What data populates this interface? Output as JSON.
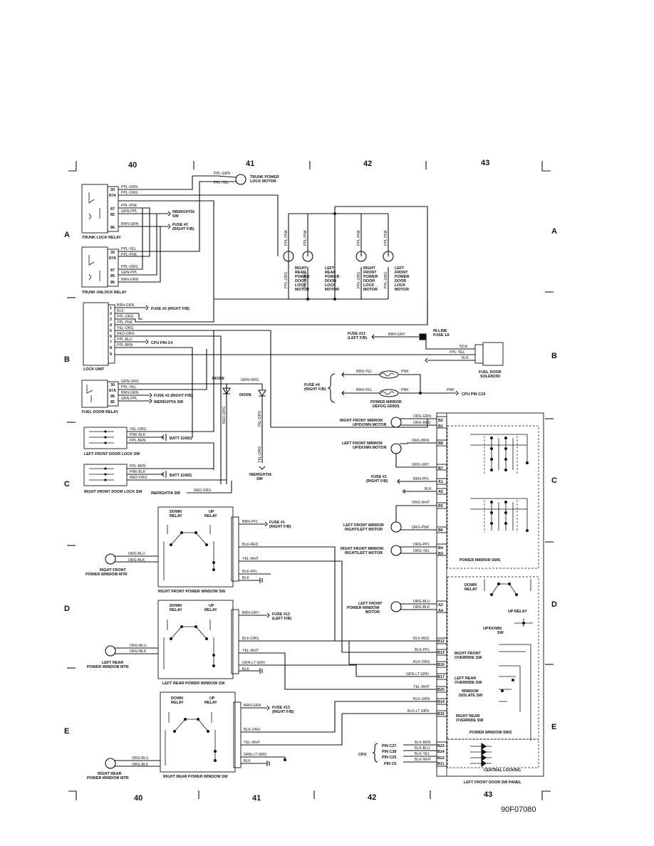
{
  "grid": {
    "columns": [
      "40",
      "41",
      "42",
      "43"
    ],
    "rows": [
      "A",
      "B",
      "C",
      "D",
      "E"
    ]
  },
  "figure_id": "90F07080",
  "components": {
    "trunk_power_lock_motor": "TRUNK POWER\nLOCK MOTOR",
    "trunk_lock_relay": "TRUNK LOCK RELAY",
    "trunk_unlock_relay": "TRUNK UNLOCK RELAY",
    "lock_unit": "LOCK UNIT",
    "fuel_door_relay": "FUEL DOOR RELAY",
    "left_front_door_lock_sw": "LEFT FRONT DOOR LOCK SW",
    "right_front_door_lock_sw": "RIGHT FRONT DOOR LOCK SW",
    "right_rear_power_door_lock_motor": "RIGHT\nREAR\nPOWER\nDOOR\nLOCK\nMOTOR",
    "left_rear_power_door_lock_motor": "LEFT\nREAR\nPOWER\nDOOR\nLOCK\nMOTOR",
    "right_front_power_door_lock_motor": "RIGHT\nFRONT\nPOWER\nDOOR\nLOCK\nMOTOR",
    "left_front_power_door_lock_motor": "LEFT\nFRONT\nPOWER\nDOOR\nLOCK\nMOTOR",
    "inline_fuse": "IN-LINE\nFUSE 1A",
    "fuel_door_solenoid": "FUEL DOOR\nSOLENOID",
    "power_mirror_defog_grids": "POWER MIRROR\nDEFOG GRIDS",
    "right_front_mirror_updown": "RIGHT FRONT MIRROR\nUP/DOWN MOTOR",
    "left_front_mirror_updown": "LEFT FRONT MIRROR\nUP/DOWN MOTOR",
    "left_front_mirror_rightleft": "LEFT FRONT MIRROR\nRIGHT/LEFT MOTOR",
    "right_front_mirror_rightleft": "RIGHT FRONT MIRROR\nRIGHT/LEFT MOTOR",
    "power_mirror_sws": "POWER MIRROR SWS",
    "left_front_power_window_motor": "LEFT FRONT\nPOWER WINDOW\nMOTOR",
    "down_relay": "DOWN\nRELAY",
    "up_relay": "UP RELAY",
    "up_down_sw": "UP/DOWN\nSW",
    "right_front_override_sw": "RIGHT FRONT\nOVERRIDE SW",
    "left_rear_override_sw": "LEFT REAR\nOVERRIDE SW",
    "window_isolate_sw": "WINDOW\nISOLATE SW",
    "right_rear_override_sw": "RIGHT REAR\nOVERRIDE SW",
    "power_window_sws": "POWER WINDOW SWS",
    "central_locking": "CENTRAL LOCKING",
    "left_front_door_sw_panel": "LEFT FRONT DOOR SW PANEL",
    "right_front_power_window_mtr": "RIGHT FRONT\nPOWER WINDOW MTR",
    "right_front_power_window_sw": "RIGHT FRONT POWER WINDOW SW",
    "left_rear_power_window_mtr": "LEFT REAR\nPOWER WINDOW MTR",
    "left_rear_power_window_sw": "LEFT REAR POWER WINDOW SW",
    "right_rear_power_window_mtr": "RIGHT REAR\nPOWER WINDOW MTR",
    "right_rear_power_window_sw": "RIGHT REAR POWER WINDOW SW",
    "cpu": "CPU",
    "diode": "DIODE",
    "inerightia_sw": "INERIGHTIA\nSW"
  },
  "relay_pins": {
    "trunk_lock": [
      "30",
      "87A",
      "87",
      "85",
      "86"
    ],
    "trunk_unlock": [
      "30",
      "87A",
      "87",
      "85",
      "86"
    ],
    "fuel_door": [
      "30",
      "87A",
      "86",
      "85"
    ]
  },
  "lock_unit_pins": [
    "1",
    "2",
    "3",
    "4",
    "5",
    "6",
    "7",
    "8",
    "9"
  ],
  "wires": {
    "trunk_motor_top": "PPL-GRN",
    "trunk_motor_bottom": "PPL-YEL",
    "tl_30": "PPL-GRN",
    "tl_87a": "PPL-ORG",
    "tl_87": "PPL-PNK",
    "tl_85": "GRN-PPL",
    "tl_86": "BRN-GRN",
    "tu_30": "PPL-YEL",
    "tu_87a": "PPL-PNK",
    "tu_87": "PPL-ORG",
    "tu_85": "GRN-PPL",
    "tu_86": "BRN-GRN",
    "lu_1": "BRN-GRN",
    "lu_2": "BLK",
    "lu_3": "PPL-ORG",
    "lu_4": "PPL-PNK",
    "lu_5": "YEL-ORG",
    "lu_6": "RED-ORG",
    "lu_7": "PPL-BLU",
    "lu_8": "PPL-BRN",
    "fd_30": "GRN-ORG",
    "fd_87a": "PPL-YEL",
    "fd_86": "BRN-GRN",
    "fd_85": "GRN-PPL",
    "lfdl_1": "YEL-ORG",
    "lfdl_2": "PNK-BLK",
    "lfdl_3": "PPL-BRN",
    "rfdl_1": "PPL-BRN",
    "rfdl_2": "PNK-BLK",
    "rfdl_3": "RED-ORG",
    "red_org_v": "RED-ORG",
    "yel_org_v": "YEL-ORG",
    "yel_org_v2": "YEL-ORG",
    "grn_org_diode": "GRN-ORG",
    "motor_ppl_pnk": "PPL-PNK",
    "motor_ppl_org": "PPL-ORG",
    "fuse13_brn_gry": "BRN-GRY",
    "nca": "NCA",
    "ppl_yel_sol": "PPL-YEL",
    "blk_sol": "BLK",
    "brn_yel": "BRN-YEL",
    "pnk": "PNK",
    "rfm_b2": "ORG-GRN",
    "rfm_b1": "ORG-RED",
    "lfm_b8": "ORG-BRN",
    "lfm_b7": "ORG-GRY",
    "a1_brn_ppl": "BRN-PPL",
    "a5_blk": "BLK",
    "b5_org_wht": "ORG-WHT",
    "b6_org_pnk": "ORG-PNK",
    "b4_org_ppl": "ORG-PPL",
    "b3_org_yel": "ORG-YEL",
    "a2_org_blu": "ORG-BLU",
    "a4_org_blk": "ORG-BLK",
    "b12_blk_red": "BLK-RED",
    "b13_blk_ppl": "BLK-PPL",
    "b16_blk_org": "BLK-ORG",
    "b17_grn_lt_grn": "GRN-LT GRN",
    "b20_yel_wht": "YEL-WHT",
    "b14_blk_grn": "BLK-GRN",
    "b15_blk_lt_grn": "BLK-LT GRN",
    "b23_blk_brn": "BLK-BRN",
    "b24_blk_blu": "BLK-BLU",
    "b22_blk_yel": "BLK-YEL",
    "b11_blk_wht": "BLK-WHT",
    "rfw_brn_ppl": "BRN-PPL",
    "rfw_blk_red": "BLK-RED",
    "rfw_yel_wht": "YEL-WHT",
    "rfw_blk_ppl": "BLK-PPL",
    "rfw_blk": "BLK",
    "rfw_org_blu": "ORG-BLU",
    "rfw_org_blk": "ORG-BLK",
    "lrw_brn_gry": "BRN-GRY",
    "lrw_blk_org": "BLK-ORG",
    "lrw_yel_wht": "YEL-WHT",
    "lrw_grn_lt_grn": "GRN-LT GRN",
    "lrw_blk": "BLK",
    "lrw_org_blu": "ORG-BLU",
    "lrw_org_blk": "ORG-BLK",
    "rrw_brn_grn": "BRN-GRN",
    "rrw_blk_org": "BLK-ORG",
    "rrw_yel_wht": "YEL-WHT",
    "rrw_grn_lt_grn": "GRN-LT GRN",
    "rrw_blk": "BLK",
    "rrw_org_blu": "ORG-BLU",
    "rrw_org_blk": "ORG-BLK"
  },
  "connectors": [
    "B2",
    "B1",
    "B8",
    "B7",
    "A1",
    "A5",
    "B5",
    "B6",
    "B4",
    "B3",
    "A2",
    "A4",
    "B12",
    "B13",
    "B16",
    "B17",
    "B20",
    "B14",
    "B15",
    "B23",
    "B24",
    "B22",
    "B11"
  ],
  "refs": {
    "inerightia_sw": "INERIGHTIA\nSW",
    "fuse2_right": "FUSE #2\n(RIGHT F/B)",
    "fuse2_right_inline": "FUSE #2 (RIGHT F/B)",
    "inerightia_sw_inline": "INERIGHTIA SW",
    "cpu_pin_c4": "CPU PIN C4",
    "fuse13_left": "FUSE #13\n(LEFT F/B)",
    "fuse4_right": "FUSE #4\n(RIGHT F/B)",
    "cpu_pin_c19": "CPU PIN C19",
    "fuse1_right_inline": "FUSE #1\n(RIGHT F/B)",
    "batt_gnd": "BATT (GND)",
    "fuse1_right": "FUSE #1\n(RIGHT F/B)",
    "fuse13_left_2": "FUSE #13\n(LEFT F/B)",
    "fuse13_right": "FUSE #13\n(RIGHT F/B)",
    "cpu_pins": [
      "PIN C27",
      "PIN C28",
      "PIN C25",
      "PIN C5"
    ]
  }
}
